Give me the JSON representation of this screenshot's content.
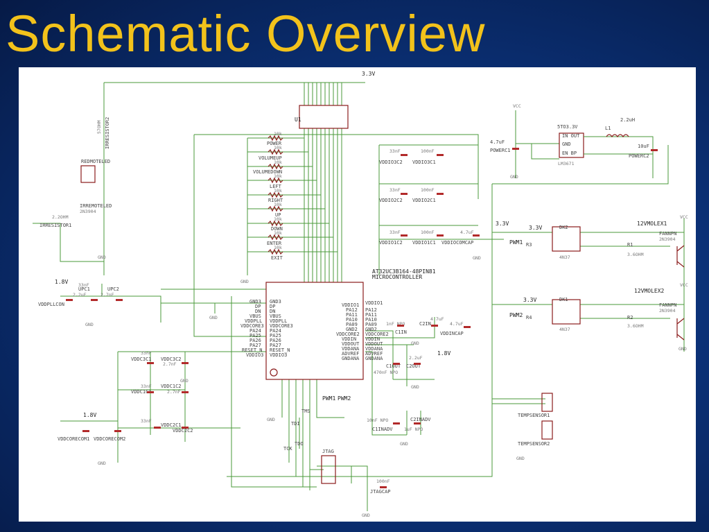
{
  "slide": {
    "title": "Schematic Overview"
  },
  "nets": [
    "3.3V",
    "1.8V",
    "VCC",
    "GND",
    "PWM1",
    "PWM2",
    "12VMOLEX1",
    "12VMOLEX2"
  ],
  "ic": {
    "name": "AT32UC3B164-48PIN81",
    "desc": "MICROCONTROLLER",
    "left_pins": [
      "GND3",
      "DP",
      "DN",
      "VBUS",
      "VDDPLL",
      "VDDCORE3",
      "PA24",
      "PA25",
      "PA26",
      "PA27",
      "RESET_N",
      "VDDIO3"
    ],
    "right_pins": [
      "VDDIO1",
      "PA12",
      "PA11",
      "PA10",
      "PA09",
      "GND2",
      "VDDCORE2",
      "VDDIN",
      "VDDOUT",
      "VDDANA",
      "ADVREF",
      "GNDANA"
    ]
  },
  "buttons": [
    "POWER",
    "VOLUMEUP",
    "VOLUMEDOWN",
    "LEFT",
    "RIGHT",
    "UP",
    "DOWN",
    "ENTER",
    "EXIT"
  ],
  "resistor_value": "10k",
  "parts": {
    "reg": "5TO3.3V",
    "reg_pins": [
      "IN OUT",
      "GND",
      "EN BP"
    ],
    "reg_part": "LM3671",
    "ind": "L1",
    "ind_val": "2.2uH",
    "pcap1": "POWERC1",
    "pcap1_val": "4.7uF",
    "pcap2": "POWERC2",
    "pcap2_val": "10uF",
    "dk2": "DK2",
    "dk1": "DK1",
    "opto_part": "4N37",
    "fan_name": "FANNPN",
    "fan_part": "2N3904",
    "fan_r": "3.6OHM",
    "r1": "R1",
    "r2": "R2",
    "r3": "R3",
    "r4": "R4",
    "redled": "REDMOTELED",
    "redled_part": "IRREMOTELED",
    "ireres": "IRRESISTOR2",
    "ireres1": "IRRESISTOR1",
    "ireres1_val": "2.2OHM",
    "ire_val": "57OHM",
    "npn": "2N3904",
    "vddpllcon": "VDDPLLCON",
    "vddpll_caps": [
      "UPC1",
      "UPC2"
    ],
    "vddpll_vals": [
      "2.2uF",
      "2.7nF",
      "33nF"
    ],
    "vddio3c2": "VDDIO3C2",
    "vddio3c1": "VDDIO3C1",
    "vddio2c2": "VDDIO2C2",
    "vddio2c1": "VDDIO2C1",
    "vddio1c2": "VDDIO1C2",
    "vddio1c1": "VDDIO1C1",
    "vddiocomcap": "VDDIOCOMCAP",
    "cap33": "33nF",
    "cap100": "100nF",
    "cap47": "4.7uF",
    "c1in": "C1IN",
    "c2in": "C2IN",
    "vddincap": "VDDINCAP",
    "c1out": "C1OUT",
    "c2out": "C2OUT",
    "c1inadv": "C1INADV",
    "c2inadv": "C2INADV",
    "cap1uf": "1uF NPO",
    "cap10nf": "10nF NPO",
    "cap1nf": "1nF NPO",
    "cap47npo": "470nF NPO",
    "vddc3c1": "VDDC3C1",
    "vddc3c2": "VDDC3C2",
    "vddc1c1": "VDDC1C1",
    "vddc1c2": "VDDC1C2",
    "vddc2c1": "VDDC2C1",
    "vddc2c2": "VDDC2C2",
    "cap27": "2.7nF",
    "vddcorecom": "VDDCORECOM1",
    "vddcorecom2": "VDDCORECOM2",
    "temp1": "TEMPSENSOR1",
    "temp2": "TEMPSENSOR2",
    "jtag": "JTAG",
    "jtagcap": "JTAGCAP",
    "jtag_val": "100nF",
    "jtag_nets": [
      "TCK",
      "TDO",
      "TMS",
      "TDI"
    ],
    "u1": "U1"
  }
}
